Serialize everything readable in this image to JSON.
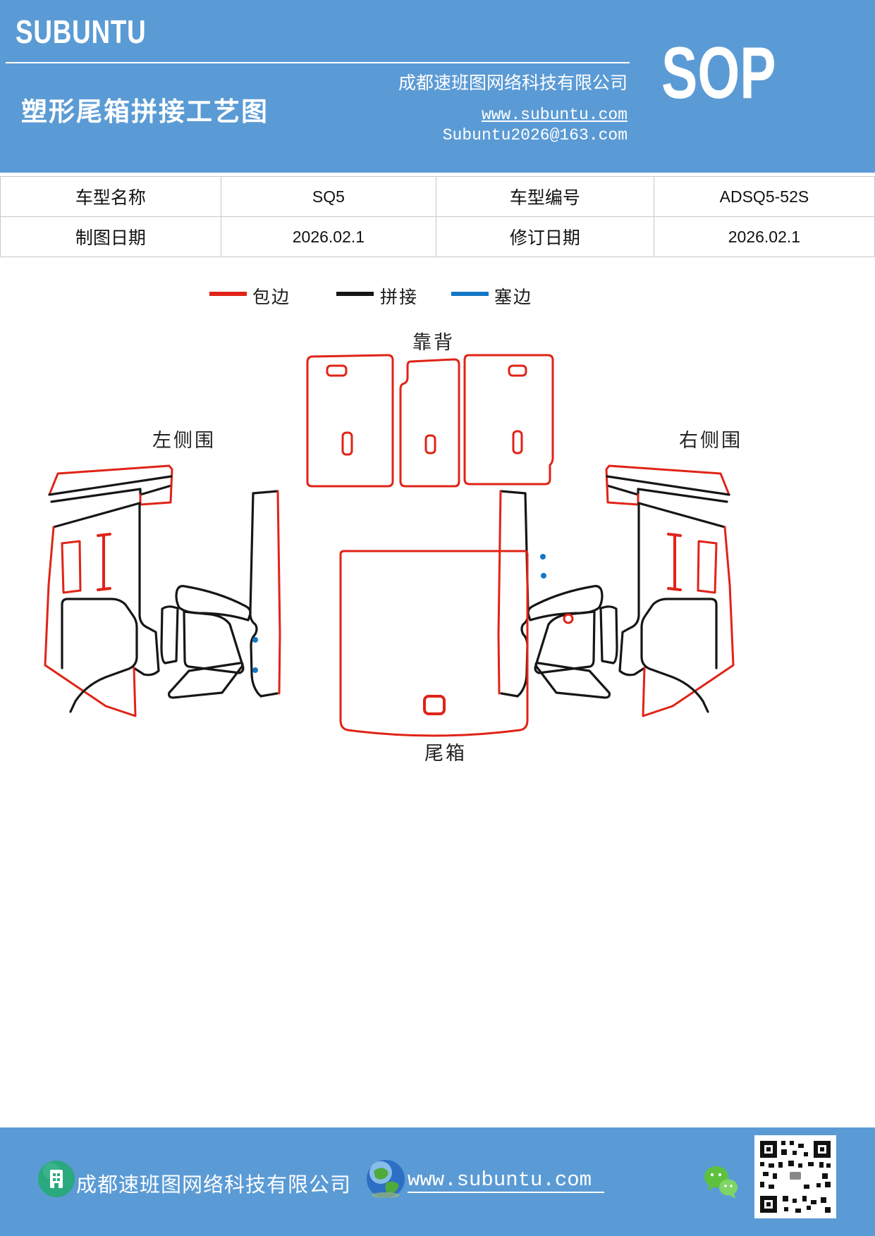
{
  "header": {
    "logo": "SUBUNTU",
    "company": "成都速班图网络科技有限公司",
    "sop": "SOP",
    "title": "塑形尾箱拼接工艺图",
    "website": "www.subuntu.com",
    "email": "Subuntu2026@163.com"
  },
  "info_table": {
    "rows": [
      {
        "c1_label": "车型名称",
        "c2_value": "SQ5",
        "c3_label": "车型编号",
        "c4_value": "ADSQ5-52S"
      },
      {
        "c1_label": "制图日期",
        "c2_value": "2026.02.1",
        "c3_label": "修订日期",
        "c4_value": "2026.02.1"
      }
    ]
  },
  "legend": {
    "items": [
      {
        "label": "包边",
        "color": "#e02317"
      },
      {
        "label": "拼接",
        "color": "#161616"
      },
      {
        "label": "塞边",
        "color": "#1377c4"
      }
    ]
  },
  "diagram": {
    "labels": {
      "backrest": "靠背",
      "left_side": "左侧围",
      "right_side": "右侧围",
      "trunk": "尾箱"
    },
    "line_colors": {
      "wrap_edge": "#e02317",
      "splice": "#161616",
      "stuff_edge": "#1377c4"
    }
  },
  "footer": {
    "company": "成都速班图网络科技有限公司",
    "website": "www.subuntu.com"
  },
  "colors": {
    "banner_blue": "#5b9bd5",
    "table_border": "#c8c8c8",
    "wechat_green": "#5ec13d"
  }
}
